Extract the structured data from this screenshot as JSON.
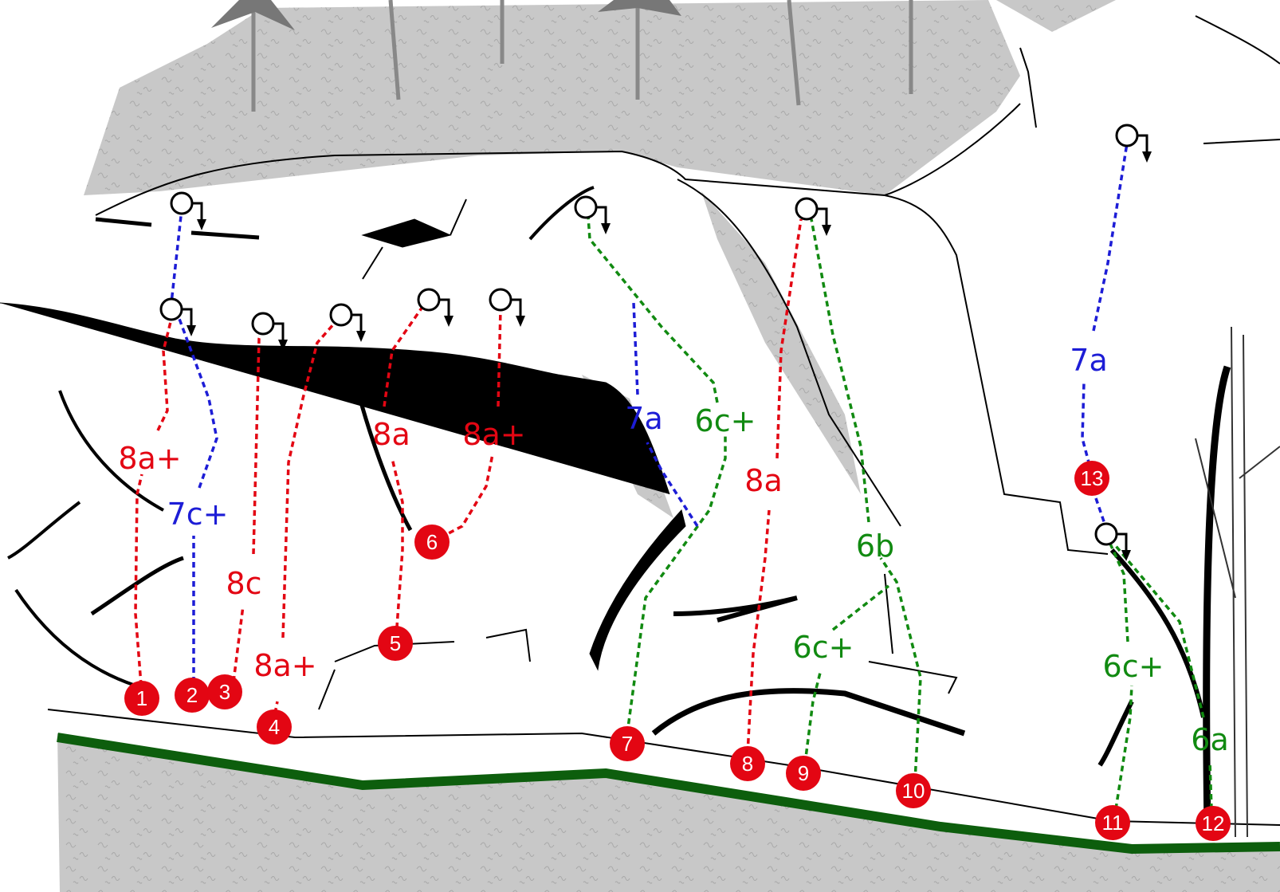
{
  "title": "Climbing topo",
  "colors": {
    "red": "#e30613",
    "blue": "#1d1dd6",
    "green": "#118a11",
    "ground": "#0d5e0d",
    "texture": "#c8c8c8"
  },
  "routes": [
    {
      "number": "1",
      "grade": "8a+",
      "color": "red"
    },
    {
      "number": "2",
      "grade": "7c+",
      "color": "blue"
    },
    {
      "number": "3",
      "grade": "8c",
      "color": "red"
    },
    {
      "number": "4",
      "grade": "8a+",
      "color": "red"
    },
    {
      "number": "5",
      "grade": "8a",
      "color": "red"
    },
    {
      "number": "6",
      "grade": "8a+",
      "color": "red"
    },
    {
      "number": "7",
      "grade": "6c+",
      "variant_grade": "7a",
      "color": "green",
      "variant_color": "blue"
    },
    {
      "number": "8",
      "grade": "8a",
      "color": "red"
    },
    {
      "number": "9",
      "grade": "6c+",
      "color": "green"
    },
    {
      "number": "10",
      "grade": "6b",
      "color": "green"
    },
    {
      "number": "11",
      "grade": "6c+",
      "color": "green"
    },
    {
      "number": "12",
      "grade": "6a",
      "color": "green"
    },
    {
      "number": "13",
      "grade": "7a",
      "color": "blue"
    }
  ],
  "icons": {
    "anchor": "lower-off-anchor-icon",
    "marker": "route-number-marker"
  }
}
